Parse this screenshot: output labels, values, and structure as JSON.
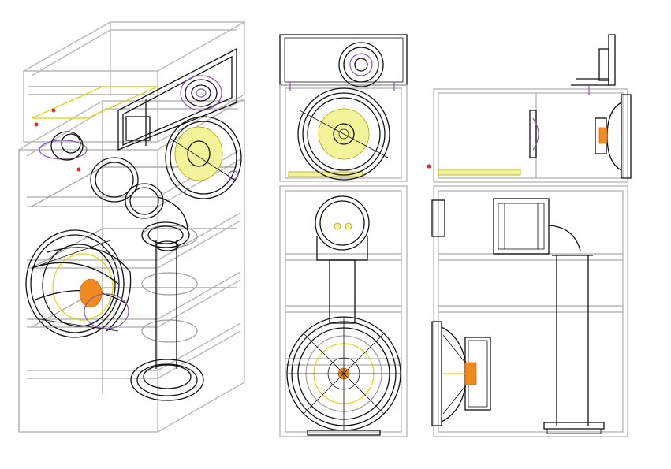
{
  "drawing": {
    "views": [
      {
        "id": "isometric",
        "name": "isometric-view"
      },
      {
        "id": "front",
        "name": "front-view"
      },
      {
        "id": "side",
        "name": "side-section-view"
      }
    ],
    "colors": {
      "cabinet_lines": "#b8b8b8",
      "driver_lines": "#111111",
      "cone_fill": "#f3f39a",
      "accent_purple": "#8a5aa8",
      "magnet_orange": "#f08a1e",
      "marker_red": "#e0282a"
    },
    "components": [
      "cabinet-frame-icon",
      "horn-tweeter-icon",
      "midrange-driver-icon",
      "midrange-port-icon",
      "woofer-driver-icon",
      "bass-port-tube-icon",
      "crossover-board-icon"
    ]
  }
}
